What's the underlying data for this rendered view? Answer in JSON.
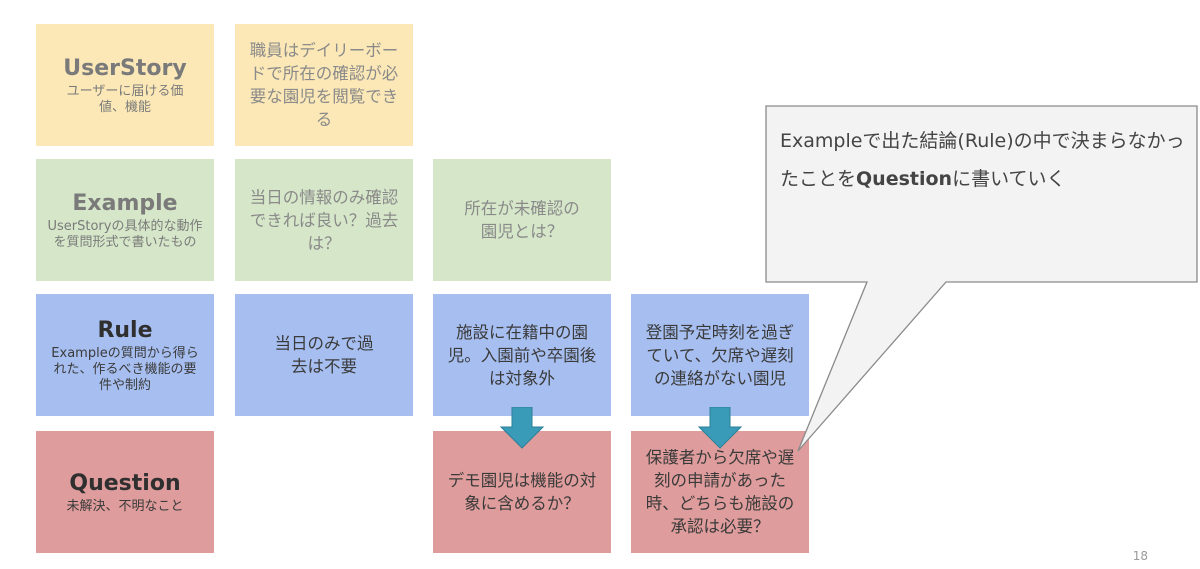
{
  "labels": {
    "userstory": {
      "title": "UserStory",
      "desc": "ユーザーに届ける価値、機能"
    },
    "example": {
      "title": "Example",
      "desc": "UserStoryの具体的な動作を質問形式で書いたもの"
    },
    "rule": {
      "title": "Rule",
      "desc": "Exampleの質問から得られた、作るべき機能の要件や制約"
    },
    "question": {
      "title": "Question",
      "desc": "未解決、不明なこと"
    }
  },
  "cards": {
    "story_1": "職員はデイリーボードで所在の確認が必要な園児を閲覧できる",
    "example_1": "当日の情報のみ確認できれば良い？過去は？",
    "example_2": "所在が未確認の園児とは？",
    "rule_1": "当日のみで過去は不要",
    "rule_2": "施設に在籍中の園児。入園前や卒園後は対象外",
    "rule_3": "登園予定時刻を過ぎていて、欠席や遅刻の連絡がない園児",
    "question_2": "デモ園児は機能の対象に含めるか？",
    "question_3": "保護者から欠席や遅刻の申請があった時、どちらも施設の承認は必要？"
  },
  "callout": {
    "part1": "Exampleで出た結論(Rule)の中で決まらなかったことを",
    "bold": "Question",
    "part2": "に書いていく"
  },
  "page_number": "18",
  "colors": {
    "userstory": "#fbe8b6",
    "example": "#d6e7c9",
    "rule": "#a7bff0",
    "question": "#df9c9c",
    "arrow": "#3a9bb8"
  }
}
